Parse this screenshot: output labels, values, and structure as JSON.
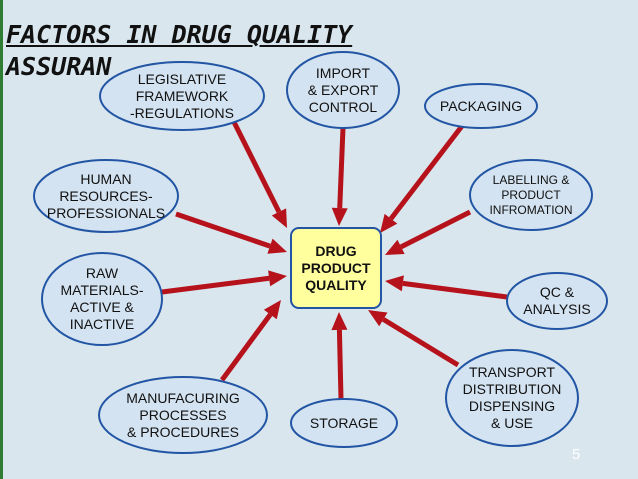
{
  "slide": {
    "title_line1": "FACTORS IN DRUG  QUALITY",
    "title_line2": "ASSURAN",
    "page_number": "5"
  },
  "colors": {
    "background": "#d9e6ee",
    "arrow": "#b5121b",
    "oval_fill": "#d4e3f1",
    "oval_border": "#2255a4",
    "center_fill": "#ffff9e"
  },
  "diagram": {
    "center": {
      "label": "DRUG\nPRODUCT\nQUALITY"
    },
    "factors": [
      {
        "id": "legislative",
        "label": "LEGISLATIVE\nFRAMEWORK\n-REGULATIONS"
      },
      {
        "id": "import-export",
        "label": "IMPORT\n& EXPORT\nCONTROL"
      },
      {
        "id": "packaging",
        "label": "PACKAGING"
      },
      {
        "id": "labelling",
        "label": "LABELLING &\nPRODUCT\nINFROMATION"
      },
      {
        "id": "qc",
        "label": "QC &\nANALYSIS"
      },
      {
        "id": "transport",
        "label": "TRANSPORT\nDISTRIBUTION\nDISPENSING\n& USE"
      },
      {
        "id": "storage",
        "label": "STORAGE"
      },
      {
        "id": "manufacturing",
        "label": "MANUFACURING\nPROCESSES\n& PROCEDURES"
      },
      {
        "id": "raw-materials",
        "label": "RAW\nMATERIALS-\nACTIVE &\nINACTIVE"
      },
      {
        "id": "human-resources",
        "label": "HUMAN\nRESOURCES-\nPROFESSIONALS"
      }
    ]
  }
}
